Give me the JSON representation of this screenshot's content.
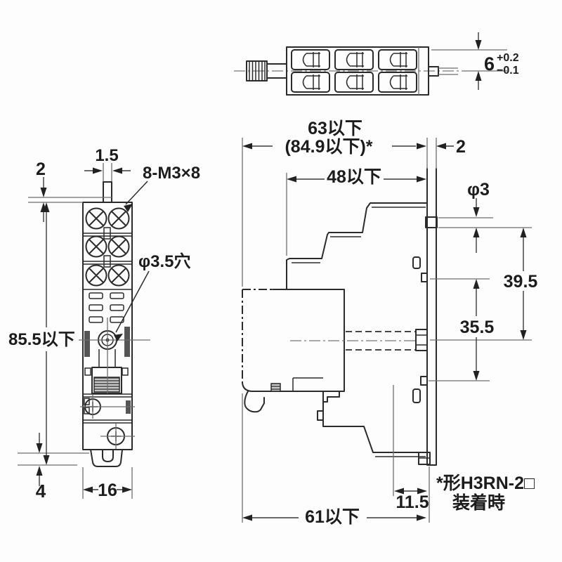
{
  "drawing": {
    "type": "technical-dimension-drawing",
    "subject": "relay socket external dimensions (front, top and side views)",
    "background_color": "#fdfdfd",
    "line_color": "#2b2b2b",
    "labels": {
      "tol_value": "6",
      "tol_plus": "+0.2",
      "tol_minus": "−0.1",
      "depth_total": "63以下",
      "depth_with_timer": "(84.9以下)*",
      "depth_body": "48以下",
      "plate_thickness": "2",
      "pin_dia": "φ3",
      "pin_span_upper": "39.5",
      "pin_span_lower": "35.5",
      "height_max": "85.5以下",
      "top_clearance": "2",
      "tab_width": "1.5",
      "screw_spec": "8-M3×8",
      "hole_spec": "φ3.5穴",
      "body_width": "16",
      "foot_height": "4",
      "depth_lower": "61以下",
      "pin_offset": "11.5",
      "note_line1": "*形H3RN-2□",
      "note_line2": "装着時"
    }
  }
}
